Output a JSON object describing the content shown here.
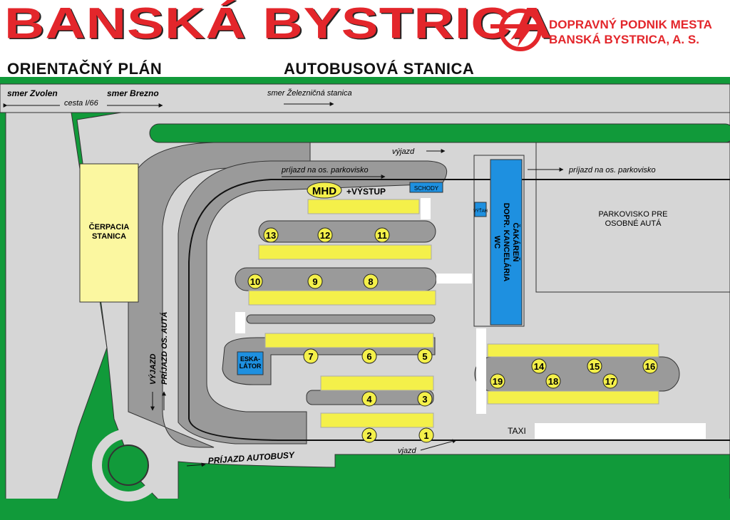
{
  "header": {
    "title": "BANSKÁ BYSTRICA",
    "subtitle_left": "ORIENTAČNÝ PLÁN",
    "subtitle_right": "AUTOBUSOVÁ STANICA",
    "company_line1": "DOPRAVNÝ PODNIK MESTA",
    "company_line2": "BANSKÁ BYSTRICA, A. S."
  },
  "colors": {
    "brand_red": "#e3262b",
    "grass": "#119a3a",
    "road": "#d6d6d6",
    "platform": "#9a9a9a",
    "bay_yellow": "#f4f04a",
    "building_blue": "#1e90e0",
    "station_yellow": "#fbf7a0"
  },
  "map": {
    "road_labels": {
      "zvolen": "smer Zvolen",
      "brezno": "smer Brezno",
      "cesta": "cesta I/66",
      "zelez": "smer Železničná stanica",
      "vyjazd_top": "výjazd",
      "parking_left": "príjazd na os. parkovisko",
      "parking_right": "príjazd na os. parkovisko",
      "vyjazd_vert": "VÝJAZD",
      "prijazd_auta": "PRÍJAZD OS. AUTÁ",
      "prijazd_autobusy": "PRÍJAZD AUTOBUSY",
      "vjazd": "vjazd"
    },
    "buildings": {
      "gas_station": "ČERPACIA STANICA",
      "parking": "PARKOVISKO PRE OSOBNÉ AUTÁ",
      "waiting_room": "ČAKÁREŇ DOPR. KANCELÁRIA WC",
      "stairs": "SCHODY",
      "escalator": "ESKA- LÁTOR",
      "lift": "VÝŤAH",
      "taxi": "TAXI",
      "mhd": "MHD",
      "vystup": "+VÝSTUP"
    },
    "platforms": [
      "1",
      "2",
      "3",
      "4",
      "5",
      "6",
      "7",
      "8",
      "9",
      "10",
      "11",
      "12",
      "13",
      "14",
      "15",
      "16",
      "17",
      "18",
      "19"
    ]
  }
}
